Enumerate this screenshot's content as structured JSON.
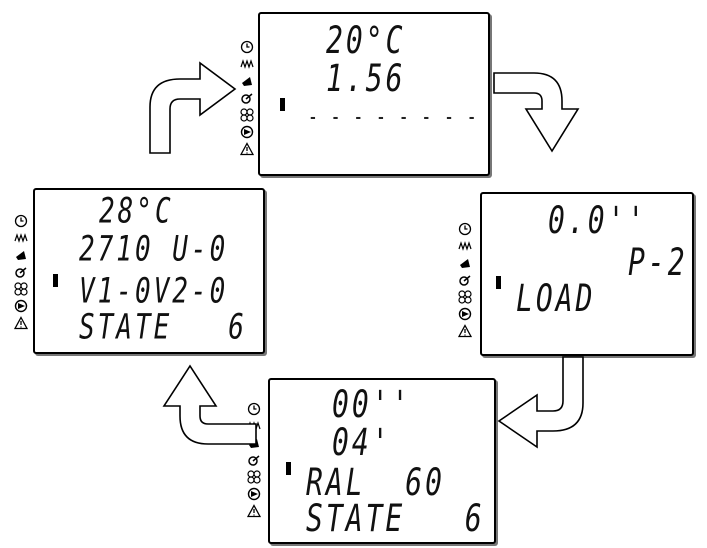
{
  "screens": {
    "top": {
      "line1": "20°C",
      "line2": "1.56",
      "dashes": "- - - - - - - -"
    },
    "right": {
      "line1": "0.0''",
      "line2": "P-2",
      "line3": "LOAD"
    },
    "bottom": {
      "line1": "00''",
      "line2": "04'",
      "line3": "RAL  60",
      "line4": "STATE   6"
    },
    "left": {
      "line1": "28°C",
      "line2": "2710 U-0",
      "line3": "V1-0V2-0",
      "line4": "STATE   6"
    }
  },
  "icons": [
    "clock-icon",
    "heater-icon",
    "horn-icon",
    "fan-motor-icon",
    "fan-icon",
    "pump-icon",
    "alarm-icon"
  ]
}
